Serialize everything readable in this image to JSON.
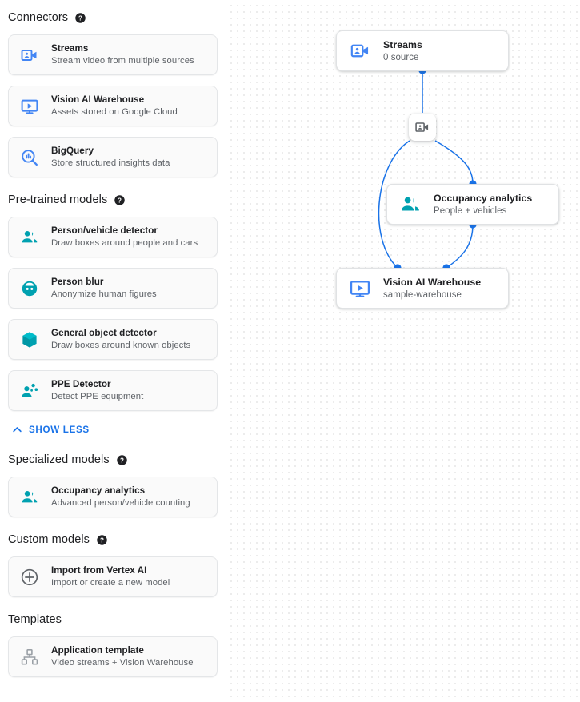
{
  "sidebar": {
    "sections": [
      {
        "title": "Connectors",
        "has_help": true,
        "help_icon": "help-circle-icon",
        "items": [
          {
            "title": "Streams",
            "subtitle": "Stream video from multiple sources",
            "icon": "video-camera-person-icon",
            "color": "#4285f4"
          },
          {
            "title": "Vision AI Warehouse",
            "subtitle": "Assets stored on Google Cloud",
            "icon": "monitor-play-icon",
            "color": "#4285f4"
          },
          {
            "title": "BigQuery",
            "subtitle": "Store structured insights data",
            "icon": "magnifier-barchart-icon",
            "color": "#4285f4"
          }
        ]
      },
      {
        "title": "Pre-trained models",
        "has_help": true,
        "help_icon": "help-circle-icon",
        "items": [
          {
            "title": "Person/vehicle detector",
            "subtitle": "Draw boxes around people and cars",
            "icon": "person-vehicle-icon",
            "color": "#00a1b0"
          },
          {
            "title": "Person blur",
            "subtitle": "Anonymize human figures",
            "icon": "face-blur-icon",
            "color": "#00a1b0"
          },
          {
            "title": "General object detector",
            "subtitle": "Draw boxes around known objects",
            "icon": "cube-icon",
            "color": "#00a1b0"
          },
          {
            "title": "PPE Detector",
            "subtitle": "Detect PPE equipment",
            "icon": "ppe-person-icon",
            "color": "#00a1b0"
          }
        ]
      }
    ],
    "show_less": {
      "label": "SHOW LESS",
      "icon": "chevron-up-icon",
      "color": "#1a73e8"
    },
    "sections2": [
      {
        "title": "Specialized models",
        "has_help": true,
        "help_icon": "help-circle-icon",
        "items": [
          {
            "title": "Occupancy analytics",
            "subtitle": "Advanced person/vehicle counting",
            "icon": "person-vehicle-icon",
            "color": "#00a1b0"
          }
        ]
      },
      {
        "title": "Custom models",
        "has_help": true,
        "help_icon": "help-circle-icon",
        "items": [
          {
            "title": "Import from Vertex AI",
            "subtitle": "Import or create a new model",
            "icon": "plus-circle-icon",
            "color": "#5f6368"
          }
        ]
      },
      {
        "title": "Templates",
        "has_help": false,
        "help_icon": "",
        "items": [
          {
            "title": "Application template",
            "subtitle": "Video streams + Vision Warehouse",
            "icon": "hierarchy-icon",
            "color": "#9aa0a6"
          }
        ]
      }
    ]
  },
  "canvas": {
    "nodes": [
      {
        "title": "Streams",
        "subtitle": "0 source",
        "icon": "video-camera-person-icon",
        "color": "#4285f4"
      },
      {
        "title": "Occupancy analytics",
        "subtitle": "People + vehicles",
        "icon": "person-vehicle-icon",
        "color": "#00a1b0"
      },
      {
        "title": "Vision AI Warehouse",
        "subtitle": "sample-warehouse",
        "icon": "monitor-play-icon",
        "color": "#4285f4"
      }
    ],
    "chip": {
      "icon": "video-camera-person-icon",
      "color": "#5f6368"
    },
    "edge_color": "#1a73e8",
    "dot_color": "#1a73e8"
  }
}
